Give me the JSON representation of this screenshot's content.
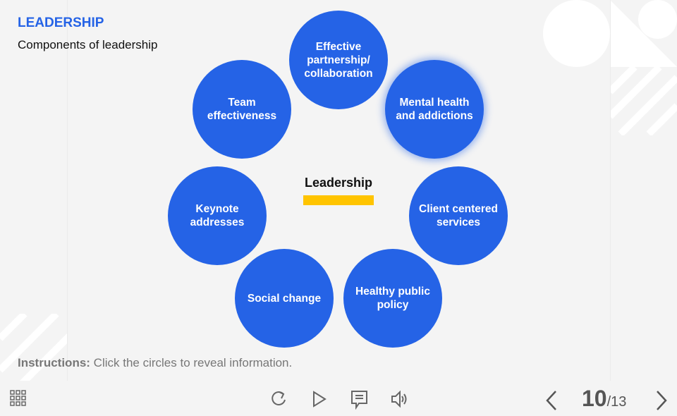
{
  "header": {
    "title": "LEADERSHIP",
    "subtitle": "Components of leadership"
  },
  "diagram": {
    "center_label": "Leadership",
    "circles": [
      {
        "label": "Effective partnership/ collaboration"
      },
      {
        "label": "Mental health and addictions"
      },
      {
        "label": "Client centered services"
      },
      {
        "label": "Healthy public policy"
      },
      {
        "label": "Social change"
      },
      {
        "label": "Keynote addresses"
      },
      {
        "label": "Team effectiveness"
      }
    ]
  },
  "instructions": {
    "label": "Instructions:",
    "text": " Click the circles to reveal information."
  },
  "footer": {
    "current_page": "10",
    "total_pages": "/13"
  },
  "colors": {
    "accent": "#2563e6",
    "highlight": "#ffc400",
    "background": "#f4f4f4"
  }
}
